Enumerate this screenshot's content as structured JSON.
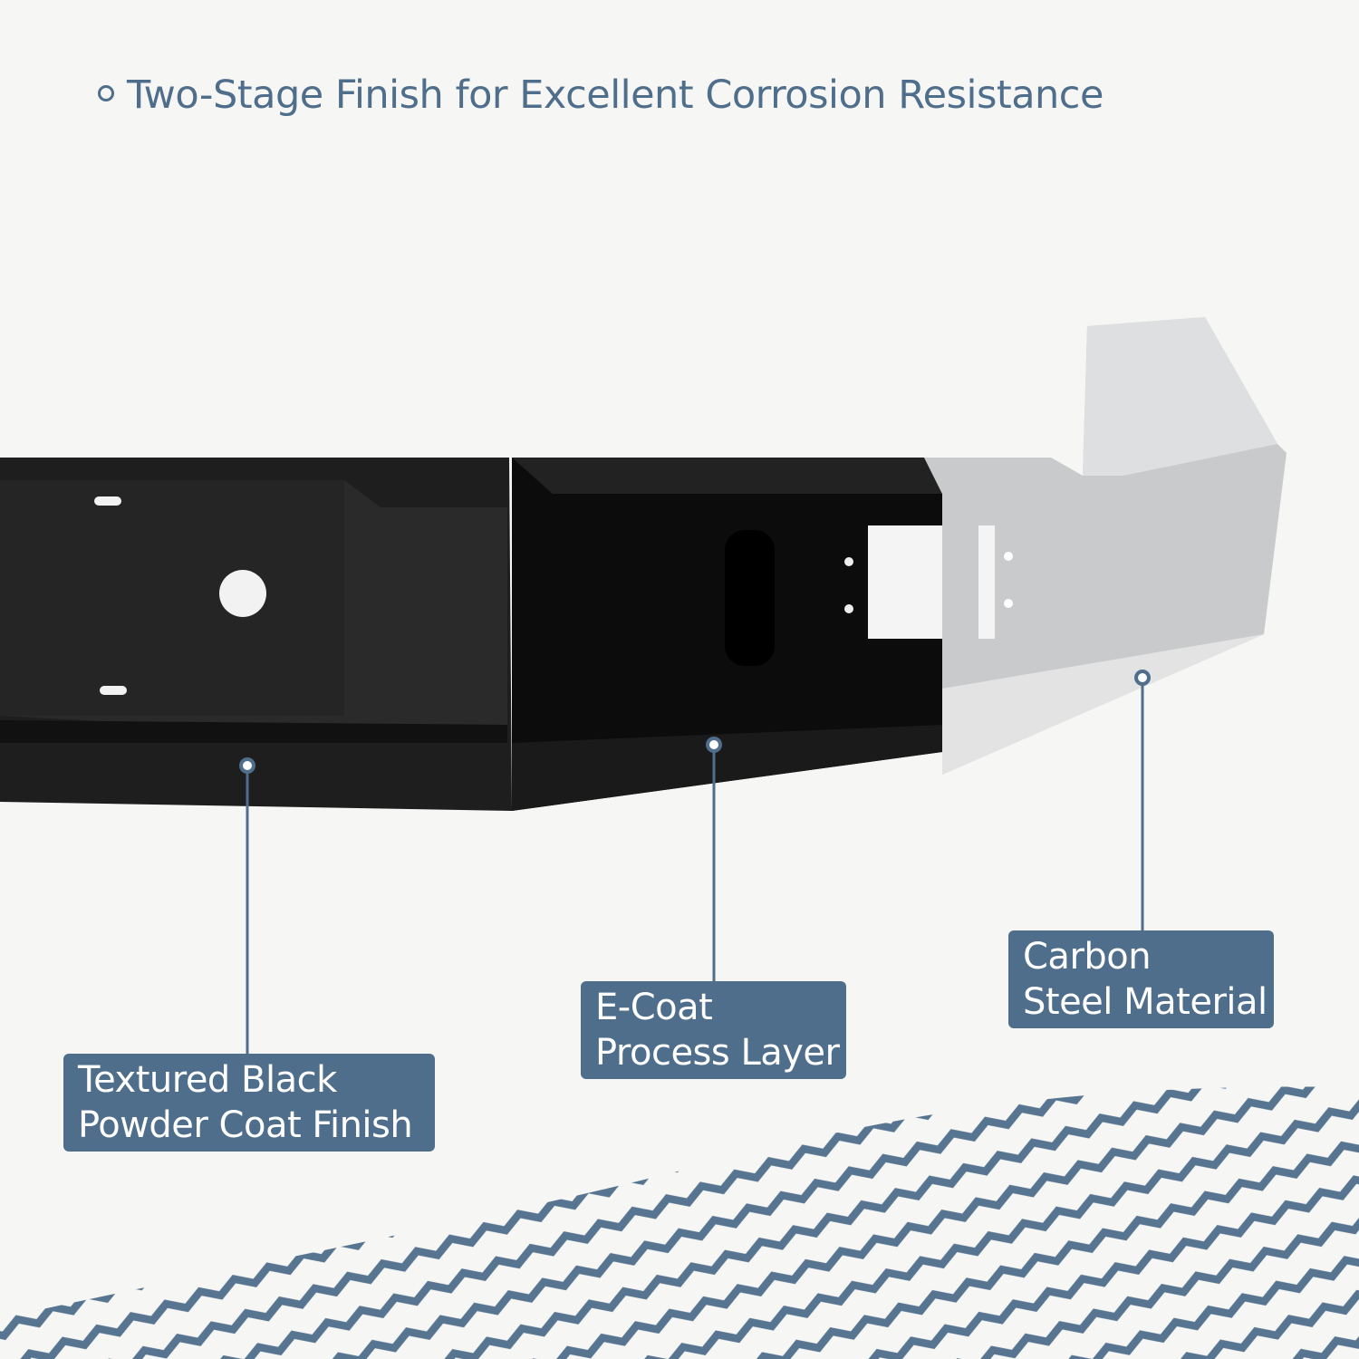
{
  "headline": "Two-Stage Finish for Excellent Corrosion Resistance",
  "callouts": [
    {
      "line1": "Textured Black",
      "line2": "Powder Coat Finish"
    },
    {
      "line1": "E-Coat",
      "line2": "Process Layer"
    },
    {
      "line1": "Carbon",
      "line2": "Steel Material"
    }
  ],
  "colors": {
    "accent": "#4f6e8c",
    "background": "#f6f6f4",
    "powder_coat": "#1c1c1c",
    "ecoat": "#0d0d0d",
    "steel": "#cfd0d2"
  }
}
